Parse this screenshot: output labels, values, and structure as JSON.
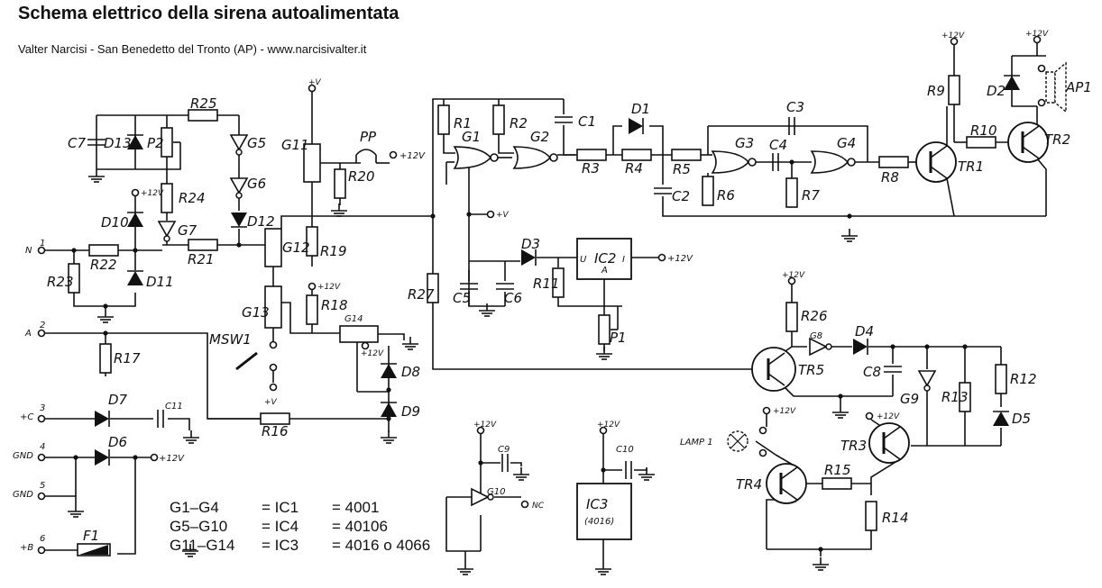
{
  "title": "Schema elettrico della sirena autoalimentata",
  "subtitle": "Valter Narcisi - San Benedetto del Tronto (AP) - www.narcisivalter.it",
  "legend": [
    {
      "gates": "G1–G4",
      "ic": "= IC1",
      "type": "= 4001"
    },
    {
      "gates": "G5–G10",
      "ic": "= IC4",
      "type": "= 40106"
    },
    {
      "gates": "G11–G14",
      "ic": "= IC3",
      "type": "= 4016 o 4066"
    }
  ],
  "terminals": [
    {
      "num": "1",
      "label": "N"
    },
    {
      "num": "2",
      "label": "A"
    },
    {
      "num": "3",
      "label": "+C"
    },
    {
      "num": "4",
      "label": "GND"
    },
    {
      "num": "5",
      "label": "GND"
    },
    {
      "num": "6",
      "label": "+B"
    }
  ],
  "supply": {
    "v12": "+12V",
    "vplus": "+V",
    "nc": "NC"
  },
  "labels": {
    "R1": "R1",
    "R2": "R2",
    "R3": "R3",
    "R4": "R4",
    "R5": "R5",
    "R6": "R6",
    "R7": "R7",
    "R8": "R8",
    "R9": "R9",
    "R10": "R10",
    "R11": "R11",
    "R12": "R12",
    "R13": "R13",
    "R14": "R14",
    "R15": "R15",
    "R16": "R16",
    "R17": "R17",
    "R18": "R18",
    "R19": "R19",
    "R20": "R20",
    "R21": "R21",
    "R22": "R22",
    "R23": "R23",
    "R24": "R24",
    "R25": "R25",
    "R26": "R26",
    "R27": "R27",
    "C1": "C1",
    "C2": "C2",
    "C3": "C3",
    "C4": "C4",
    "C5": "C5",
    "C6": "C6",
    "C7": "C7",
    "C8": "C8",
    "C9": "C9",
    "C10": "C10",
    "C11": "C11",
    "D1": "D1",
    "D2": "D2",
    "D3": "D3",
    "D4": "D4",
    "D5": "D5",
    "D6": "D6",
    "D7": "D7",
    "D8": "D8",
    "D9": "D9",
    "D10": "D10",
    "D11": "D11",
    "D12": "D12",
    "D13": "D13",
    "G1": "G1",
    "G2": "G2",
    "G3": "G3",
    "G4": "G4",
    "G5": "G5",
    "G6": "G6",
    "G7": "G7",
    "G8": "G8",
    "G9": "G9",
    "G10": "G10",
    "G11": "G11",
    "G12": "G12",
    "G13": "G13",
    "G14": "G14",
    "TR1": "TR1",
    "TR2": "TR2",
    "TR3": "TR3",
    "TR4": "TR4",
    "TR5": "TR5",
    "IC2": "IC2",
    "IC3": "IC3",
    "IC3sub": "(4016)",
    "P1": "P1",
    "P2": "P2",
    "PP": "PP",
    "AP1": "AP1",
    "MSW1": "MSW1",
    "F1": "F1",
    "LAMP1": "LAMP 1",
    "U": "U",
    "I": "I",
    "A": "A"
  }
}
